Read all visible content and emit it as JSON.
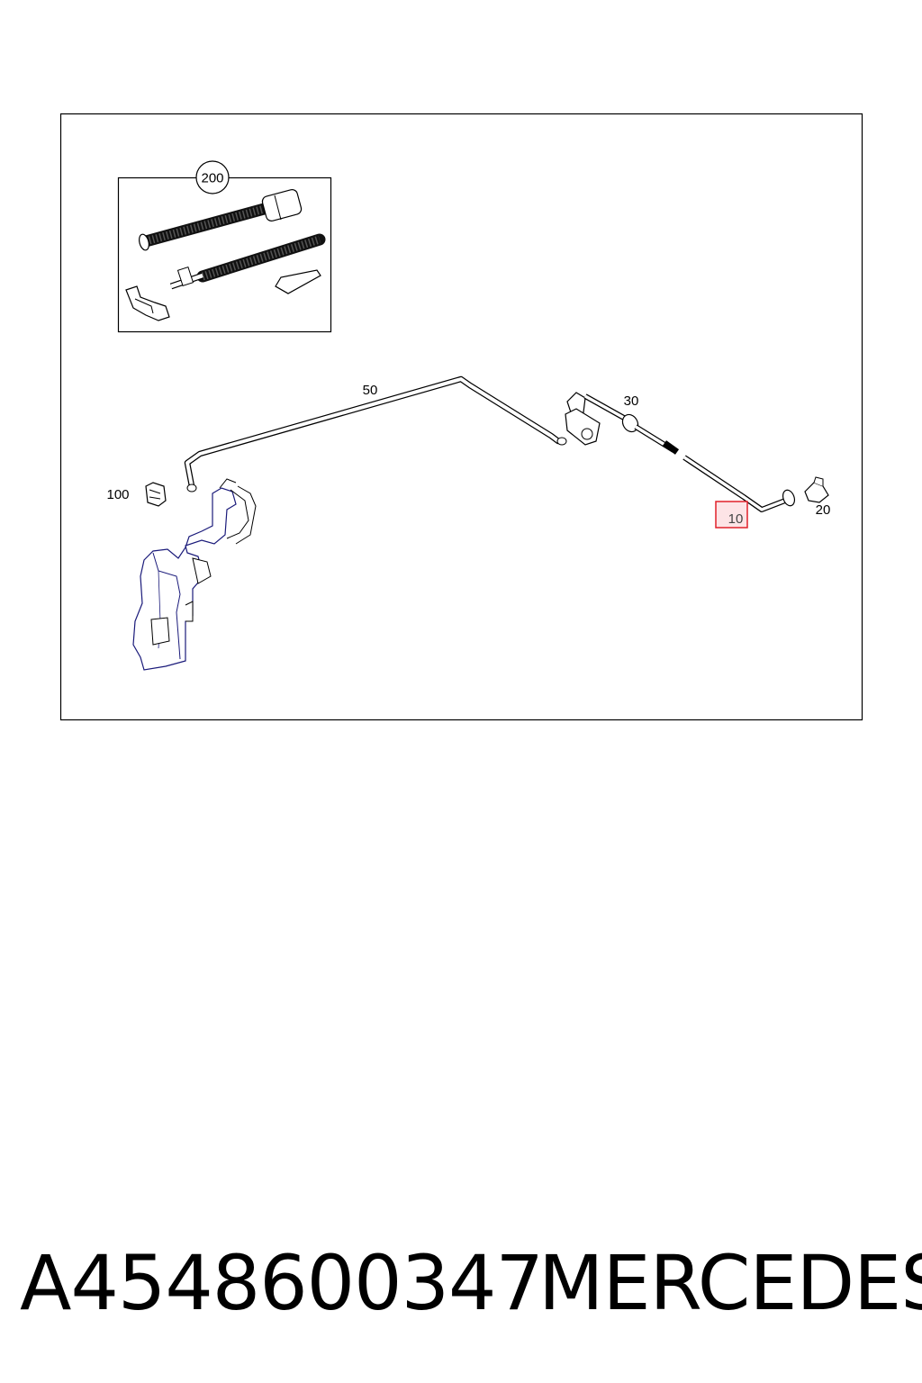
{
  "callouts": {
    "kit": "200",
    "hose_long": "50",
    "connector": "30",
    "bracket": "100",
    "hose_highlighted": "10",
    "nozzle": "20"
  },
  "footer": {
    "part_number": "A4548600347",
    "brand": "MERCEDES"
  },
  "colors": {
    "highlight": "#e0202a",
    "highlight_fill": "#fde4e6",
    "reservoir_outline": "#1a1a7a",
    "line": "#000000"
  }
}
